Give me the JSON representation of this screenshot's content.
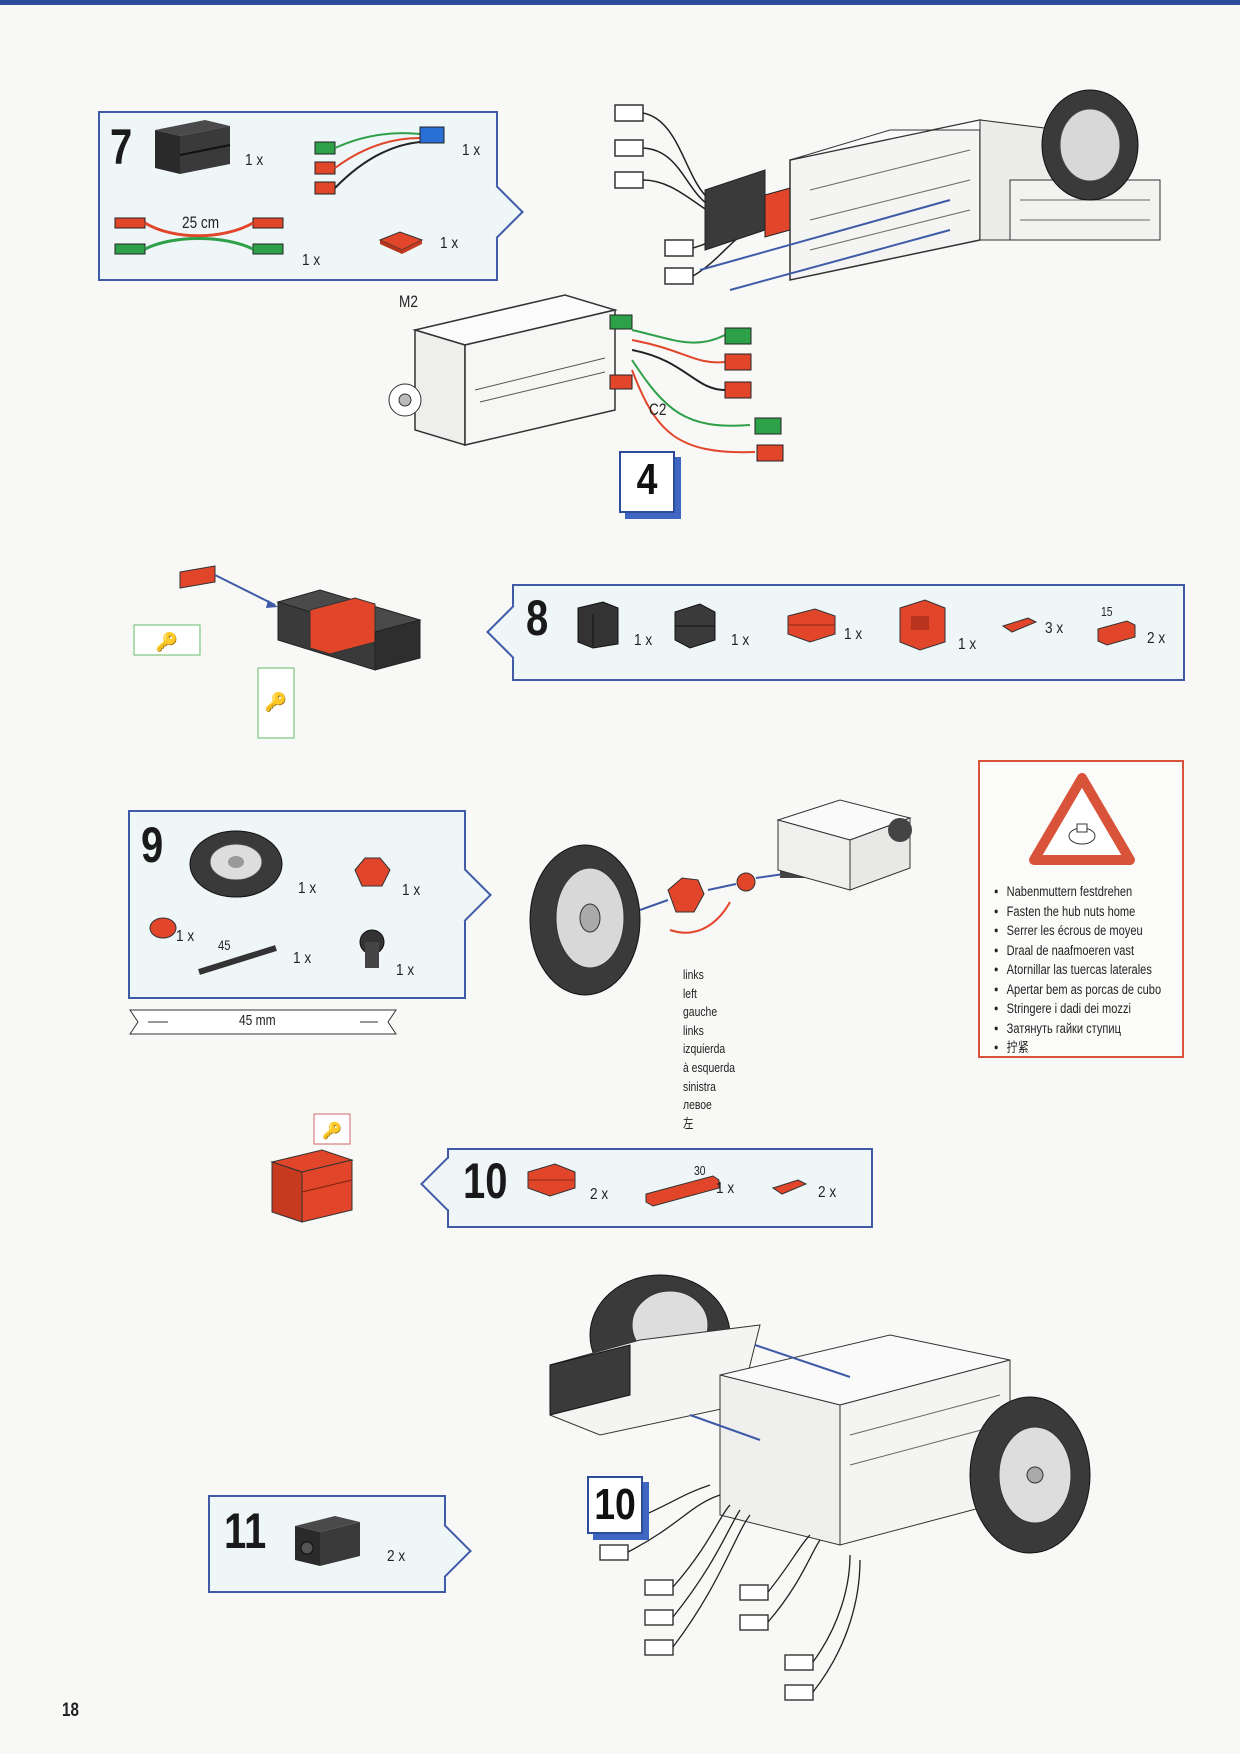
{
  "page_number": "18",
  "step7": {
    "number": "7",
    "qty_block": "1 x",
    "qty_switch": "1 x",
    "cable_length": "25 cm",
    "qty_cable": "1 x",
    "qty_plate": "1 x"
  },
  "motor_labels": {
    "motor": "M2",
    "switch": "C2",
    "step_ref": "4"
  },
  "step8": {
    "number": "8",
    "items": [
      {
        "qty": "1 x"
      },
      {
        "qty": "1 x"
      },
      {
        "qty": "1 x"
      },
      {
        "qty": "1 x"
      },
      {
        "qty": "3 x"
      },
      {
        "qty": "2 x",
        "size": "15"
      }
    ]
  },
  "step9": {
    "number": "9",
    "qty_tire": "1 x",
    "qty_hubnut": "1 x",
    "qty_ring": "1 x",
    "axle_len": "45",
    "qty_axle": "1 x",
    "qty_gear": "1 x",
    "ruler": "45 mm"
  },
  "side_labels": [
    "links",
    "left",
    "gauche",
    "links",
    "izquierda",
    "à esquerda",
    "sinistra",
    "левое",
    "左"
  ],
  "warning": {
    "items": [
      "Nabenmuttern festdrehen",
      "Fasten the hub nuts home",
      "Serrer les écrous de moyeu",
      "Draal de naafmoeren vast",
      "Atornillar las tuercas laterales",
      "Apertar bem as porcas de cubo",
      "Stringere i dadi dei mozzi",
      "Затянуть гайки ступиц",
      "拧紧"
    ],
    "color": "#d9523a"
  },
  "step10": {
    "number": "10",
    "qty_block": "2 x",
    "rod_len": "30",
    "qty_rod": "1 x",
    "qty_small": "2 x",
    "step_ref": "10"
  },
  "step11": {
    "number": "11",
    "qty_block": "2 x"
  },
  "colors": {
    "frame": "#3f5ba8",
    "part_red": "#e2462a",
    "part_green": "#2fa04a",
    "part_blue": "#2a6fd6",
    "part_dark": "#333333"
  }
}
